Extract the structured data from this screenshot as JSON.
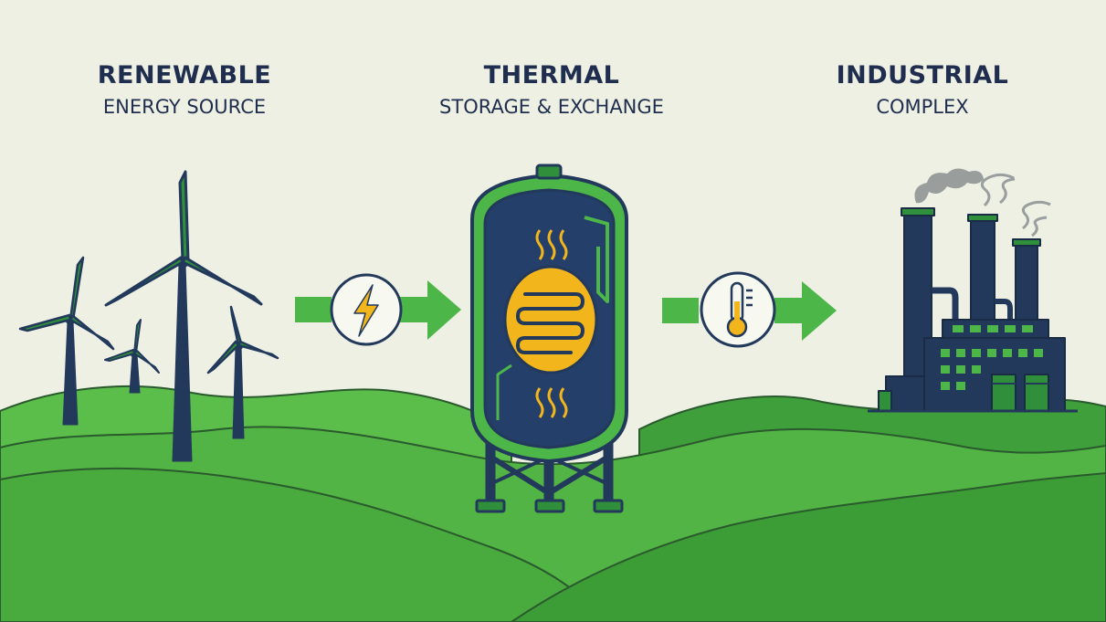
{
  "stages": [
    {
      "title": "RENEWABLE",
      "subtitle": "ENERGY SOURCE",
      "icon": "wind-turbine-icon"
    },
    {
      "title": "THERMAL",
      "subtitle": "STORAGE & EXCHANGE",
      "icon": "storage-tank-icon"
    },
    {
      "title": "INDUSTRIAL",
      "subtitle": "COMPLEX",
      "icon": "factory-icon"
    }
  ],
  "connectors": [
    {
      "icon": "lightning-bolt-icon"
    },
    {
      "icon": "thermometer-icon"
    }
  ],
  "colors": {
    "background": "#eef0e4",
    "navy": "#22395b",
    "green": "#4cb648",
    "accent_yellow": "#f2b51b"
  }
}
